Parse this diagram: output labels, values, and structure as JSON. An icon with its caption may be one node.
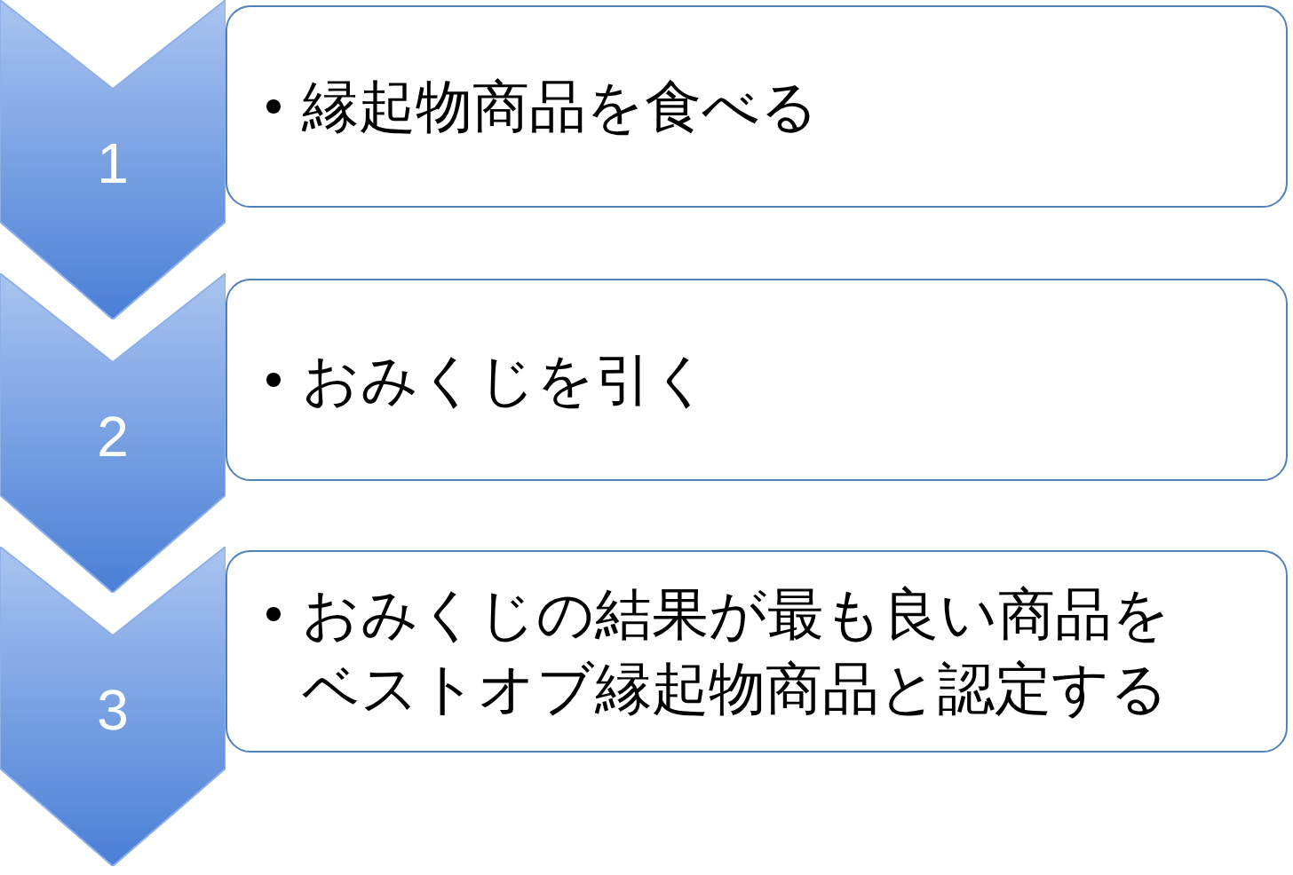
{
  "diagram": {
    "nodes": [
      {
        "text": [
          "1"
        ]
      },
      {
        "text": [
          "縁起物商品を食べる"
        ]
      },
      {
        "text": [
          "2"
        ]
      },
      {
        "text": [
          "おみくじを引く"
        ]
      },
      {
        "text": [
          "3"
        ]
      },
      {
        "text": [
          "おみくじの結果が最も良い商品をベストオブ縁起物商品と認定する"
        ]
      }
    ]
  }
}
